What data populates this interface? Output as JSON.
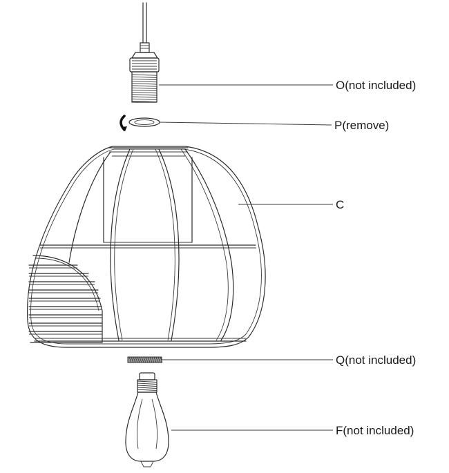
{
  "labels": {
    "o": "O(not included)",
    "p": "P(remove)",
    "c": "C",
    "q": "Q(not included)",
    "f": "F(not included)"
  },
  "colors": {
    "line": "#2b2b2b",
    "background": "#ffffff"
  }
}
